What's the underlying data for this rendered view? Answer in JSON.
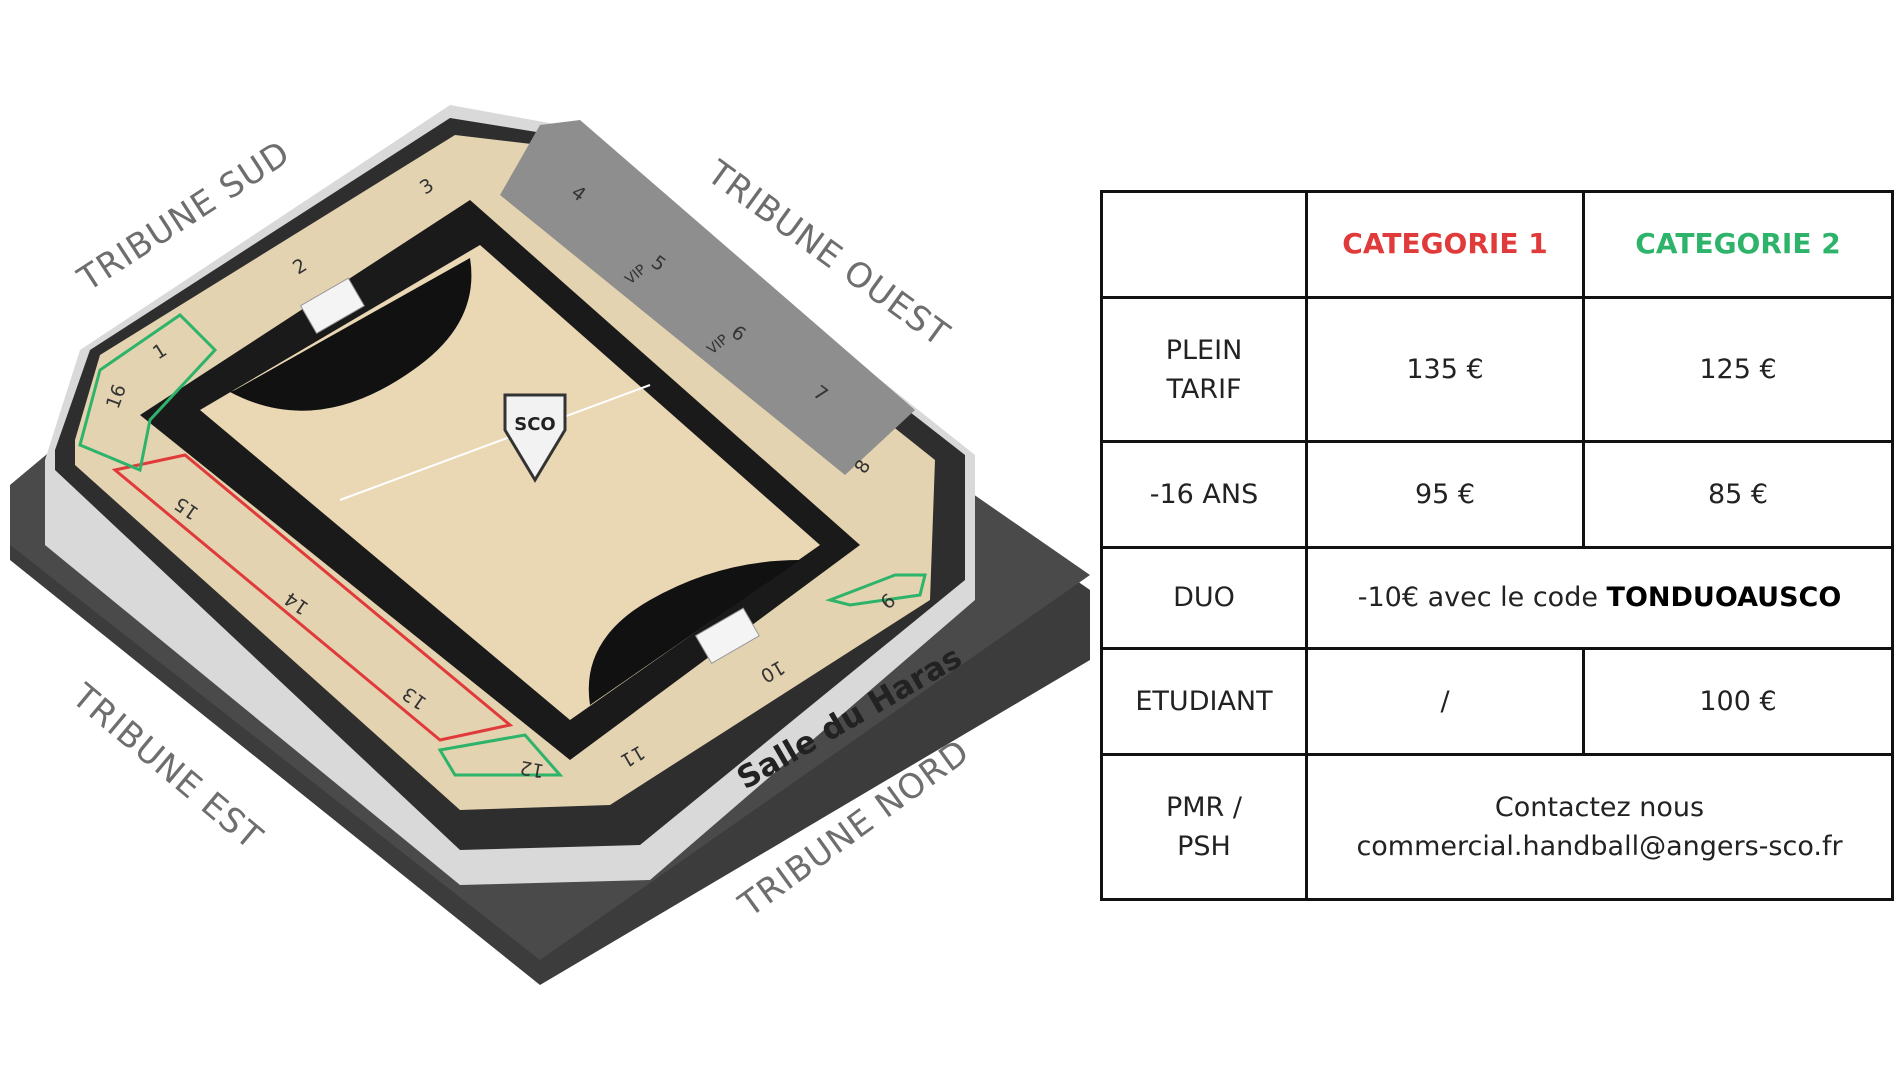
{
  "map": {
    "stands": {
      "sud": "TRIBUNE SUD",
      "ouest": "TRIBUNE OUEST",
      "est": "TRIBUNE EST",
      "nord": "TRIBUNE NORD"
    },
    "venue_name": "Salle du Haras",
    "sections": [
      "1",
      "2",
      "3",
      "4",
      "5",
      "6",
      "7",
      "8",
      "9",
      "10",
      "11",
      "12",
      "13",
      "14",
      "15",
      "16"
    ],
    "vip_label": "VIP",
    "logo_text": "SCO",
    "colors": {
      "category_1": "#e03a3a",
      "category_2": "#2db36a",
      "court": "#ead7b4",
      "stand_wood": "#e4d3b0"
    }
  },
  "table": {
    "headers": {
      "cat1": "CATEGORIE 1",
      "cat2": "CATEGORIE 2"
    },
    "rows": {
      "plein_tarif": {
        "label_line1": "PLEIN",
        "label_line2": "TARIF",
        "cat1": "135 €",
        "cat2": "125 €"
      },
      "moins16": {
        "label": "-16 ANS",
        "cat1": "95 €",
        "cat2": "85 €"
      },
      "duo": {
        "label": "DUO",
        "text": "-10€ avec le code",
        "code": "TONDUOAUSCO"
      },
      "etudiant": {
        "label": "ETUDIANT",
        "cat1": "/",
        "cat2": "100 €"
      },
      "pmr": {
        "label_line1": "PMR /",
        "label_line2": "PSH",
        "line1": "Contactez nous",
        "line2": "commercial.handball@angers-sco.fr"
      }
    }
  }
}
